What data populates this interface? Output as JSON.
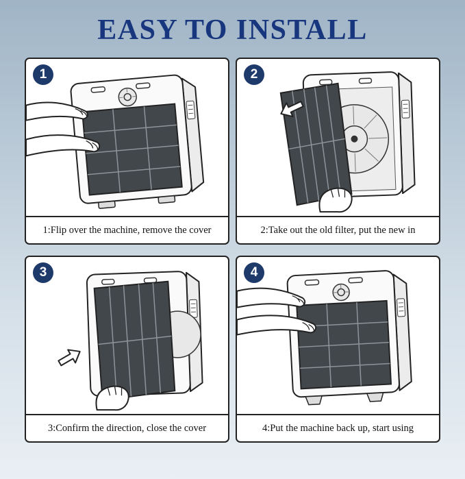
{
  "page": {
    "title": "EASY TO INSTALL"
  },
  "steps": [
    {
      "number": "1",
      "caption": "1:Flip over the machine, remove the cover"
    },
    {
      "number": "2",
      "caption": "2:Take out the old filter, put the new in"
    },
    {
      "number": "3",
      "caption": "3:Confirm the direction, close the cover"
    },
    {
      "number": "4",
      "caption": "4:Put the machine back up, start using"
    }
  ],
  "colors": {
    "title": "#18367e",
    "badge": "#1e3a6b",
    "panel_border": "#222222",
    "background_top": "#9fb4c6",
    "background_bottom": "#e9eff4",
    "filter_dark": "#42474c"
  }
}
